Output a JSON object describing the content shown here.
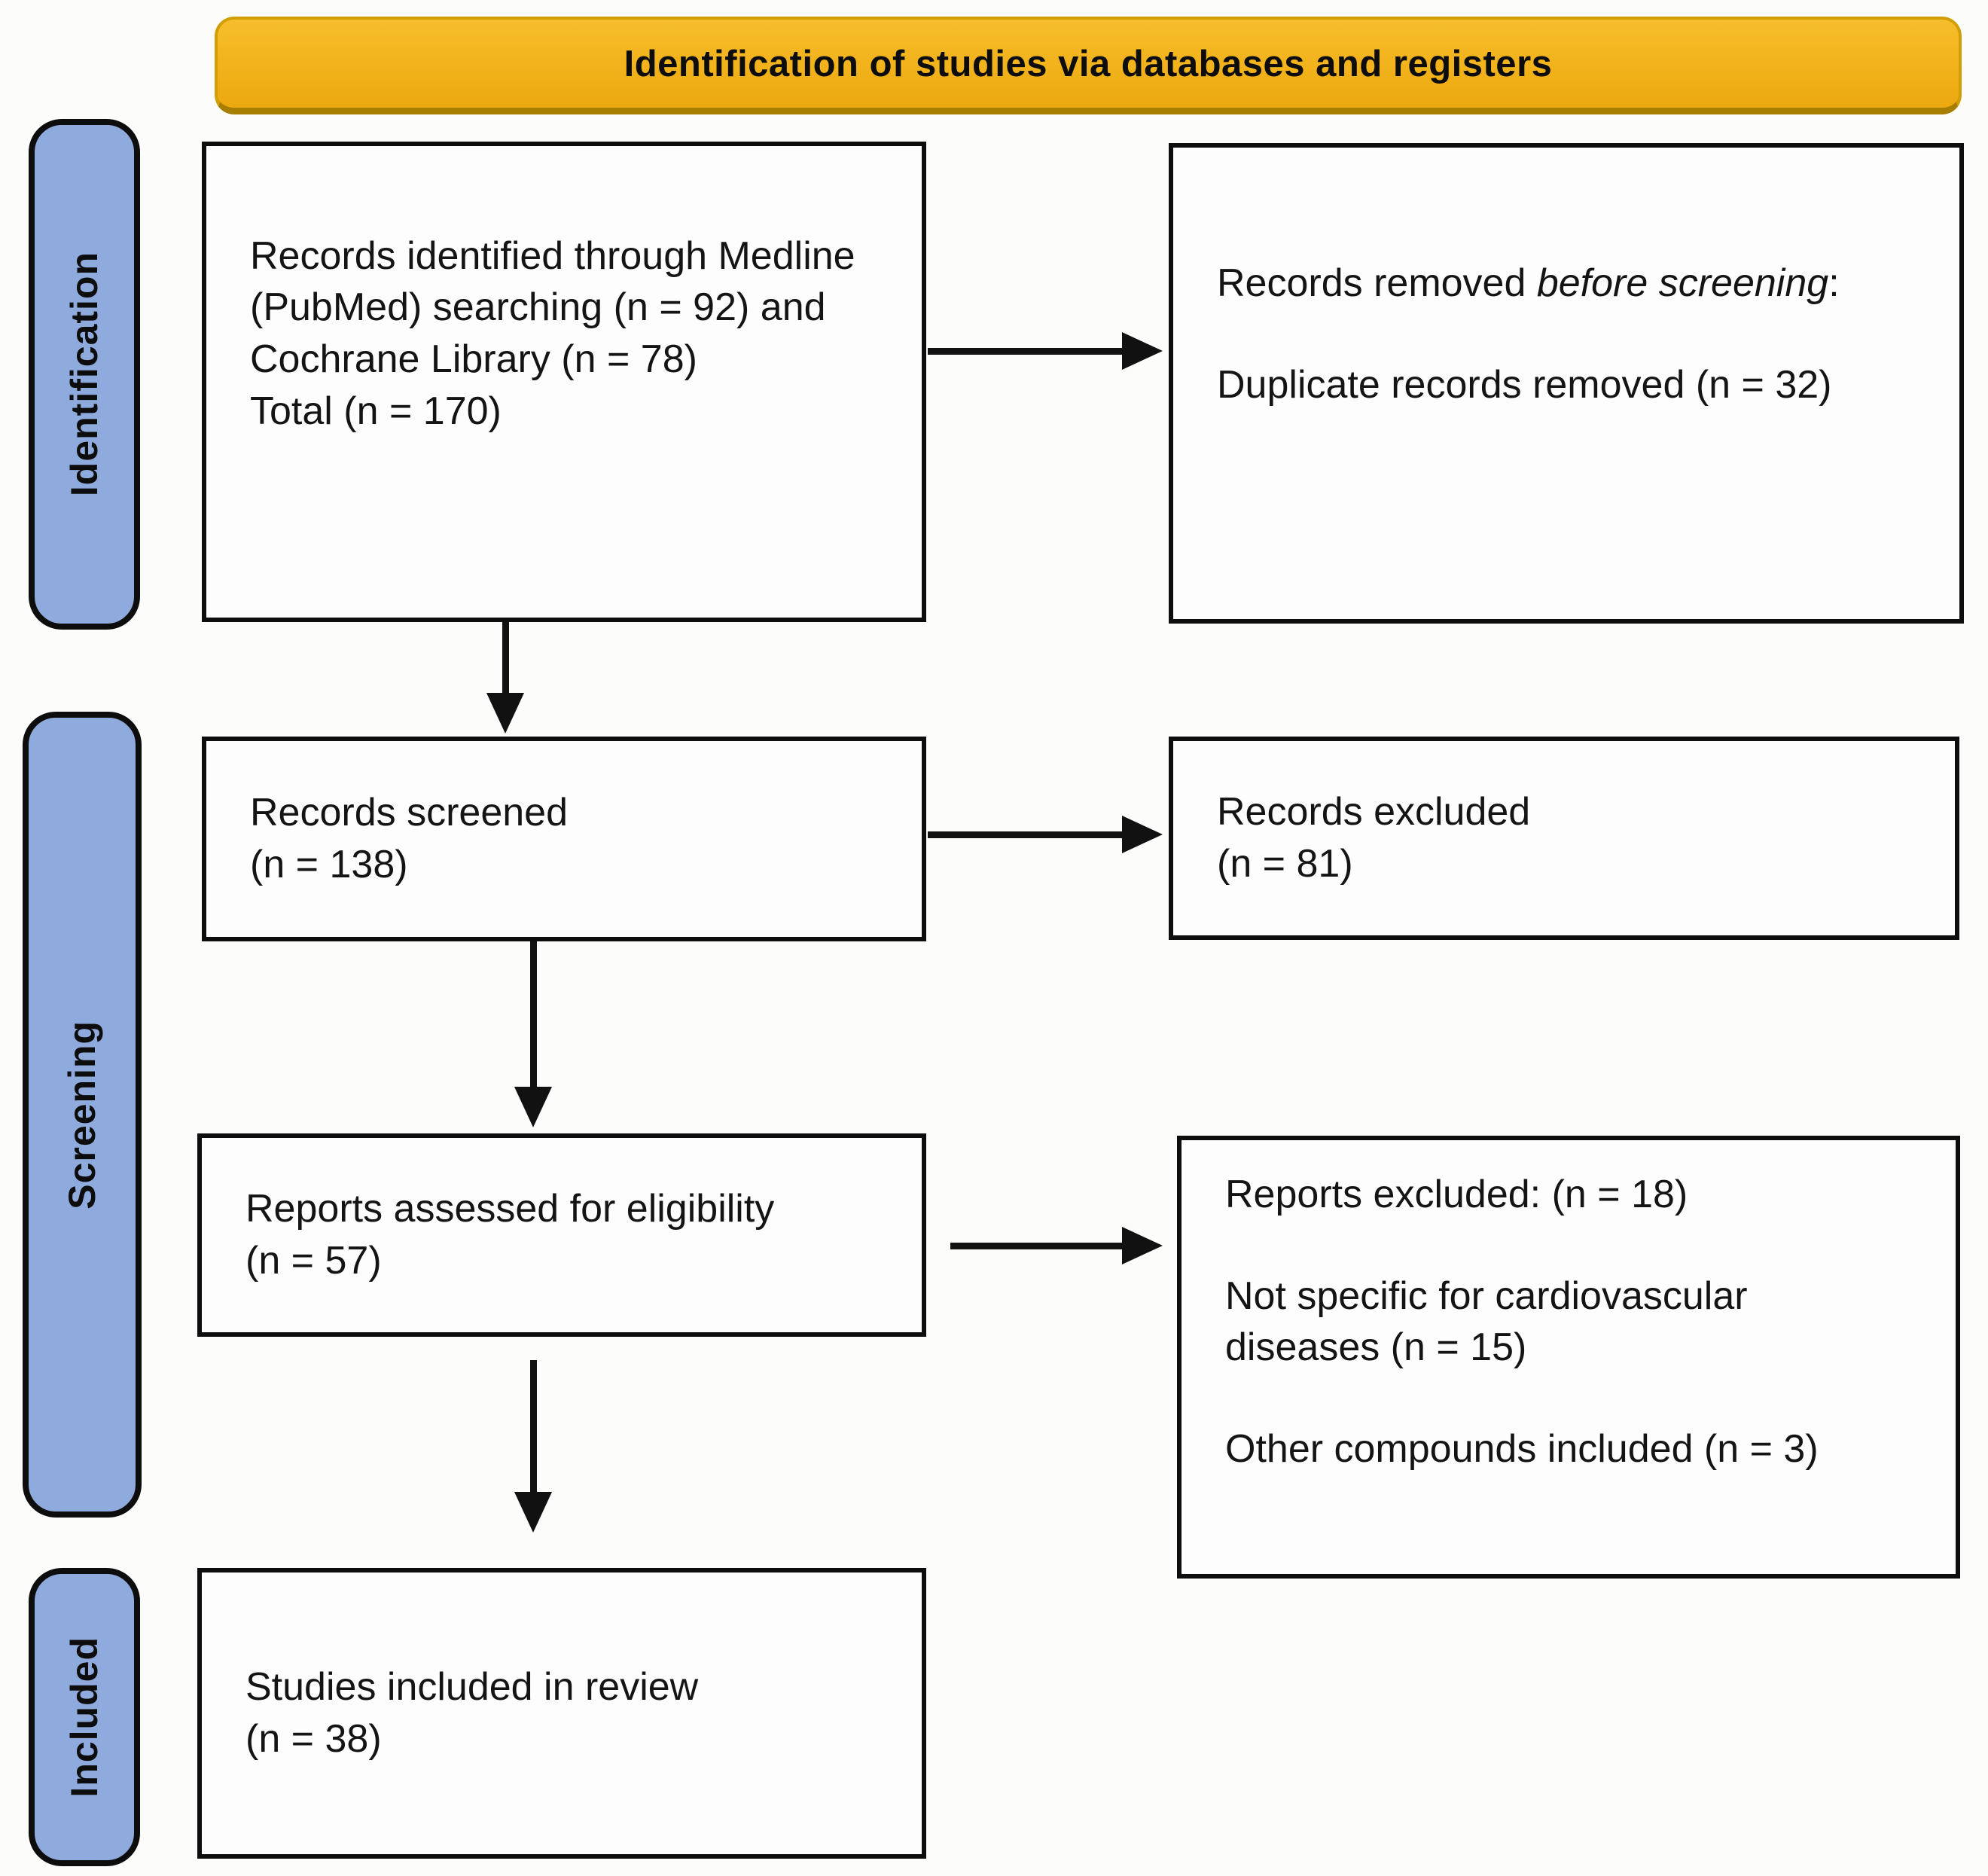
{
  "banner": {
    "title": "Identification of studies via databases and registers"
  },
  "sidebar": {
    "stages": [
      {
        "id": "identification",
        "label": "Identification"
      },
      {
        "id": "screening",
        "label": "Screening"
      },
      {
        "id": "included",
        "label": "Included"
      }
    ]
  },
  "boxes": {
    "records_identified": {
      "line1": "Records identified through Medline (PubMed) searching (n = 92) and Cochrane Library (n = 78)",
      "line2": "Total (n = 170)"
    },
    "records_removed": {
      "prefix": "Records removed ",
      "italic_part": "before screening",
      "suffix": ":",
      "line2": "Duplicate records removed (n = 32)"
    },
    "records_screened": {
      "line1": "Records screened",
      "line2": "(n = 138)"
    },
    "records_excluded": {
      "line1": "Records excluded",
      "line2": "(n = 81)"
    },
    "reports_assessed": {
      "line1": "Reports assessed for eligibility",
      "line2": "(n = 57)"
    },
    "reports_excluded": {
      "line1": "Reports excluded: (n = 18)",
      "line2": "Not specific for cardiovascular diseases (n = 15)",
      "line3": "Other compounds included (n = 3)"
    },
    "studies_included": {
      "line1": "Studies included in review",
      "line2": "(n = 38)"
    }
  },
  "colors": {
    "banner_bg": "#F2B31C",
    "sidebar_bg": "#8FAADC",
    "arrow": "#111111"
  }
}
